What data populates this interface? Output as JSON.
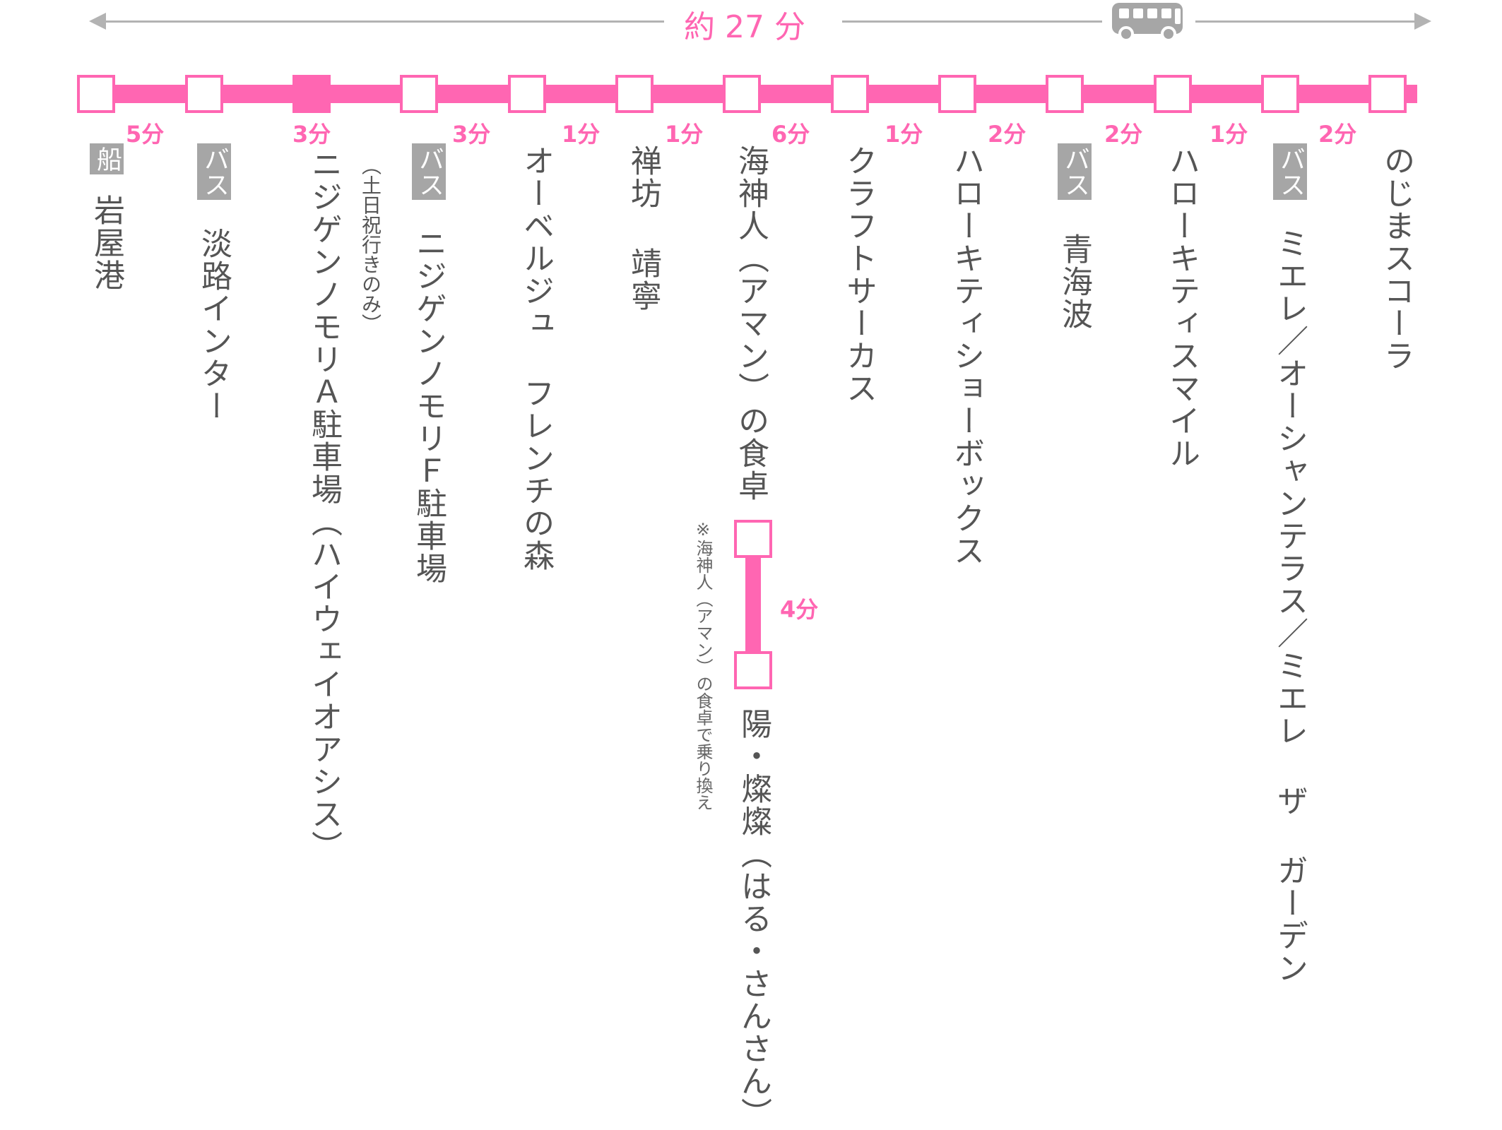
{
  "header": {
    "total_time": "約 27 分",
    "vehicle_icon": "bus-icon"
  },
  "stops": [
    {
      "name": "岩屋港",
      "tag": "船"
    },
    {
      "name": "淡路インター",
      "tag": "バス"
    },
    {
      "name": "ニジゲンノモリＡ駐車場（ハイウェイオアシス）",
      "note": "（土日祝行きのみ）"
    },
    {
      "name": "ニジゲンノモリＦ駐車場",
      "tag": "バス"
    },
    {
      "name": "オーベルジュ フレンチの森"
    },
    {
      "name": "禅坊 靖寧"
    },
    {
      "name": "海神人（アマン）の食卓"
    },
    {
      "name": "クラフトサーカス"
    },
    {
      "name": "ハローキティショーボックス"
    },
    {
      "name": "青海波",
      "tag": "バス"
    },
    {
      "name": "ハローキティスマイル"
    },
    {
      "name": "ミエレ／オーシャンテラス／ミエレ ザ ガーデン",
      "tag": "バス"
    },
    {
      "name": "のじまスコーラ"
    }
  ],
  "segments": [
    "5分",
    "3分",
    "3分",
    "1分",
    "1分",
    "6分",
    "1分",
    "2分",
    "2分",
    "1分",
    "2分"
  ],
  "branch": {
    "duration": "4分",
    "name": "陽・燦燦（はる・さんさん）",
    "transfer_note": "※海神人（アマン）の食卓で乗り換え"
  },
  "colors": {
    "accent": "#ff66b2",
    "tag_bg": "#a6a6a6",
    "text": "#555555",
    "arrow": "#b3b3b3"
  }
}
